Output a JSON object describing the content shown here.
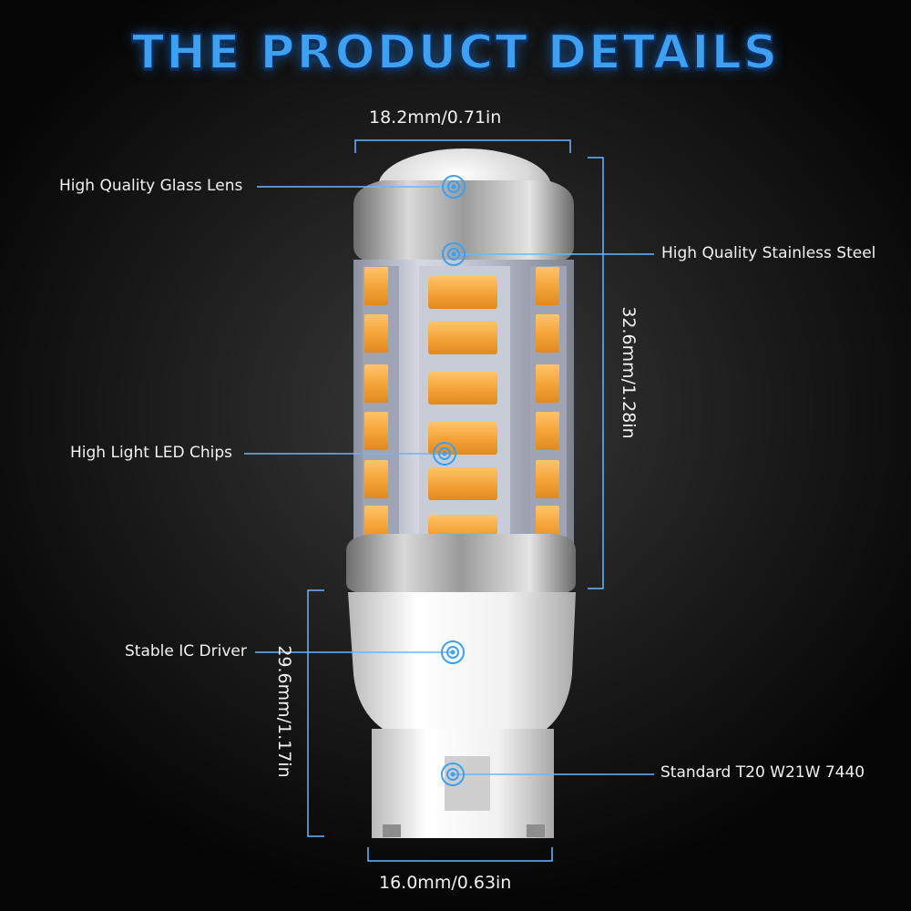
{
  "title": "THE PRODUCT DETAILS",
  "dimensions": {
    "width_top": "18.2mm/0.71in",
    "height_top": "32.6mm/1.28in",
    "height_base": "29.6mm/1.17in",
    "width_bottom": "16.0mm/0.63in"
  },
  "callouts": {
    "glass_lens": "High Quality Glass Lens",
    "stainless_steel": "High Quality Stainless Steel",
    "led_chips": "High Light LED Chips",
    "ic_driver": "Stable IC Driver",
    "standard": "Standard T20 W21W 7440"
  },
  "colors": {
    "accent": "#3ea0f0",
    "led_amber": "#f5a53a",
    "leader_line": "#6fb4ff"
  }
}
